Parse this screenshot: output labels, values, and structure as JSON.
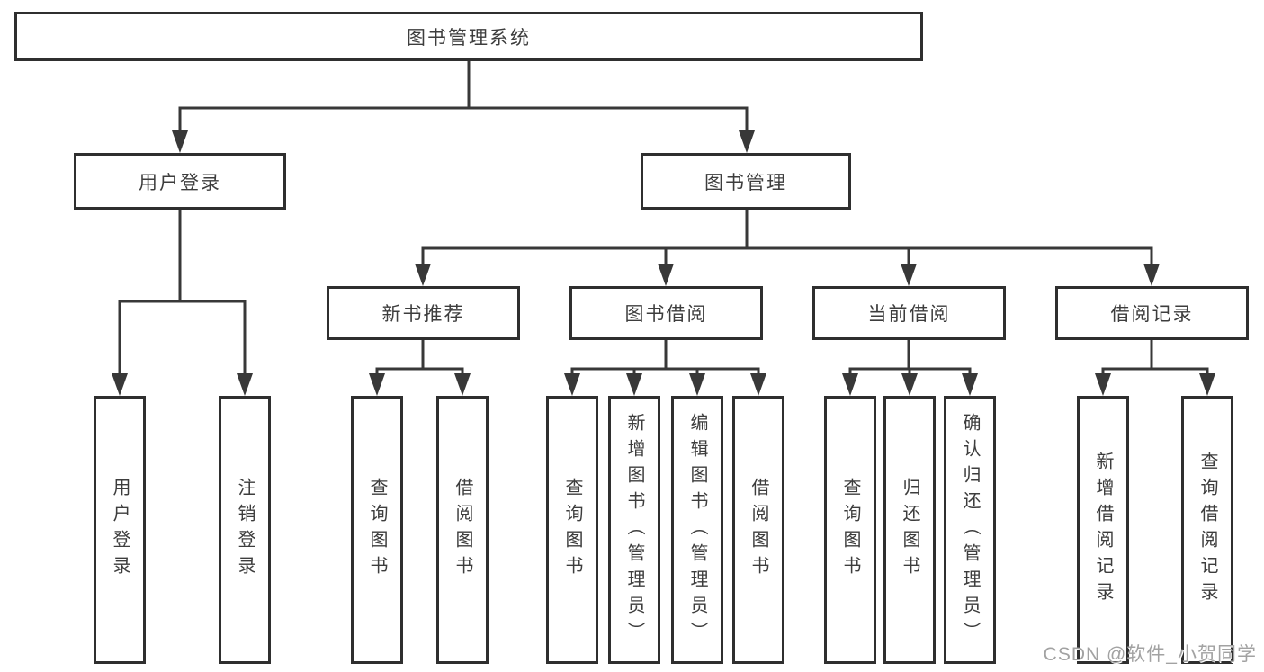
{
  "diagram": {
    "type": "hierarchy-tree",
    "colors": {
      "line": "#383838",
      "box_border": "#2f2f2f",
      "box_fill": "#ffffff",
      "text": "#3d3d3d",
      "watermark_text_color": "#a2a2a2"
    },
    "hierarchy": {
      "root": "图书管理系统",
      "children": [
        {
          "label": "用户登录",
          "children": [
            "用户登录",
            "注销登录"
          ]
        },
        {
          "label": "图书管理",
          "children": [
            {
              "label": "新书推荐",
              "children": [
                "查询图书",
                "借阅图书"
              ]
            },
            {
              "label": "图书借阅",
              "children": [
                "查询图书",
                "新增图书（管理员）",
                "编辑图书（管理员）",
                "借阅图书"
              ]
            },
            {
              "label": "当前借阅",
              "children": [
                "查询图书",
                "归还图书",
                "确认归还（管理员）"
              ]
            },
            {
              "label": "借阅记录",
              "children": [
                "新增借阅记录",
                "查询借阅记录"
              ]
            }
          ]
        }
      ]
    },
    "watermark": "CSDN @软件_小贺同学"
  }
}
